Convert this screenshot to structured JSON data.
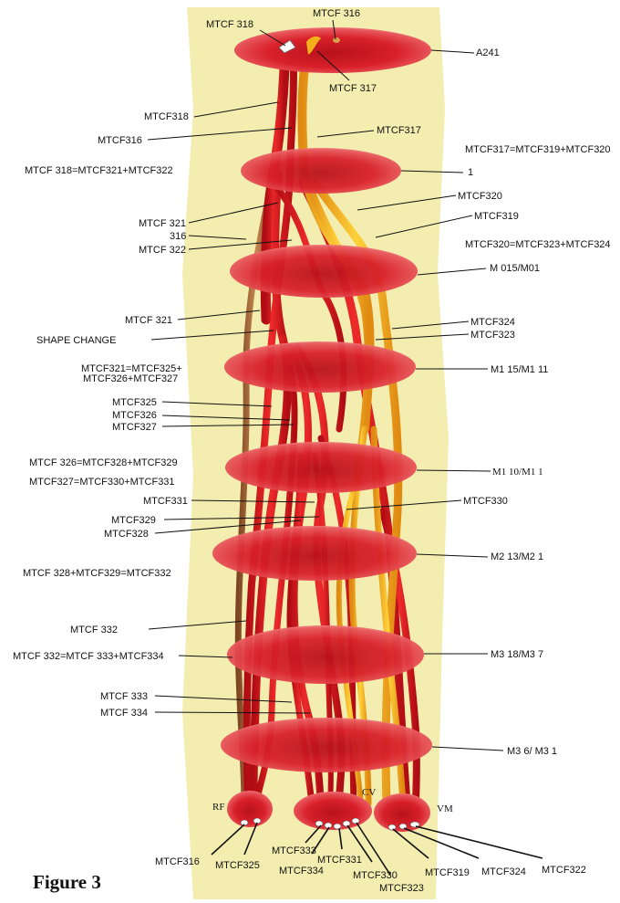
{
  "figure_title": "Figure 3",
  "colors": {
    "background_band": "#f3eeb0",
    "disc_red": "#d8202a",
    "tract_red": "#e0161e",
    "tract_yellow": "#f2b01a",
    "tract_brown": "#a8683a"
  },
  "levels": [
    {
      "label": "A241"
    },
    {
      "label": "1"
    },
    {
      "label": "M 015/M01"
    },
    {
      "label": "M1 15/M1 11"
    },
    {
      "label": "M1 10/M1 1"
    },
    {
      "label": "M2 13/M2 1"
    },
    {
      "label": "M3 18/M3 7"
    },
    {
      "label": "M3 6/ M3 1"
    }
  ],
  "equations": [
    {
      "text": "MTCF317=MTCF319+MTCF320"
    },
    {
      "text": "MTCF 318=MTCF321+MTCF322"
    },
    {
      "text": "MTCF320=MTCF323+MTCF324"
    },
    {
      "text": "MTCF321=MTCF325+"
    },
    {
      "text": "MTCF326+MTCF327"
    },
    {
      "text": "MTCF 326=MTCF328+MTCF329"
    },
    {
      "text": "MTCF327=MTCF330+MTCF331"
    },
    {
      "text": "MTCF 328+MTCF329=MTCF332"
    },
    {
      "text": "MTCF 332=MTCF 333+MTCF334"
    }
  ],
  "labels": {
    "top_318": "MTCF 318",
    "top_316": "MTCF 316",
    "top_317": "MTCF 317",
    "mtcf318": "MTCF318",
    "mtcf316": "MTCF316",
    "mtcf317": "MTCF317",
    "mtcf320": "MTCF320",
    "mtcf319": "MTCF319",
    "mtcf_321": "MTCF 321",
    "n316": "316",
    "mtcf_322": "MTCF 322",
    "mtcf_321b": "MTCF 321",
    "shape_change": "SHAPE CHANGE",
    "mtcf324": "MTCF324",
    "mtcf323": "MTCF323",
    "mtcf325": "MTCF325",
    "mtcf326": "MTCF326",
    "mtcf327": "MTCF327",
    "mtcf331": "MTCF331",
    "mtcf329": "MTCF329",
    "mtcf328": "MTCF328",
    "mtcf330": "MTCF330",
    "mtcf_332": "MTCF 332",
    "mtcf_333": "MTCF 333",
    "mtcf_334": "MTCF 334"
  },
  "groups": {
    "rf": "RF",
    "cv": "CV",
    "vm": "VM"
  },
  "bottom_labels": [
    {
      "text": "MTCF316"
    },
    {
      "text": "MTCF325"
    },
    {
      "text": "MTCF333"
    },
    {
      "text": "MTCF334"
    },
    {
      "text": "MTCF331"
    },
    {
      "text": "MTCF330"
    },
    {
      "text": "MTCF323"
    },
    {
      "text": "MTCF319"
    },
    {
      "text": "MTCF324"
    },
    {
      "text": "MTCF322"
    }
  ]
}
